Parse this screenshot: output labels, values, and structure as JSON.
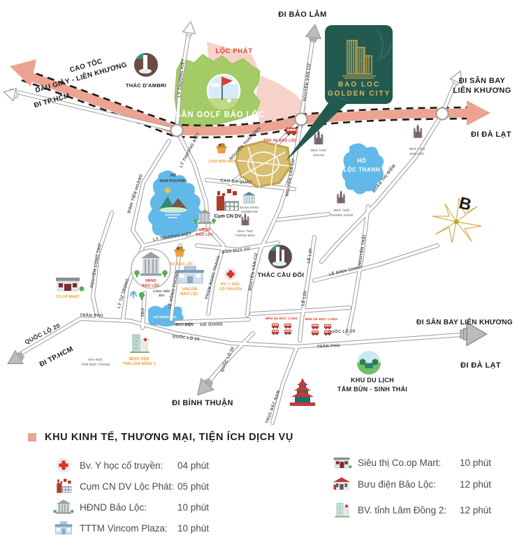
{
  "map": {
    "destinations": {
      "bao_lam": "ĐI BẢO LÂM",
      "san_bay_l1": "ĐI SÂN BAY",
      "san_bay_l2": "LIÊN KHƯƠNG",
      "san_bay_full": "ĐI SÂN BAY LIÊN KHƯƠNG",
      "da_lat": "ĐI ĐÀ LẠT",
      "tphcm": "ĐI TP.HCM",
      "binh_thuan": "ĐI BÌNH THUẬN"
    },
    "highway": {
      "l1": "CAO TỐC",
      "l2": "DẦU GIÂY - LIÊN KHƯƠNG"
    },
    "roads": {
      "ly_thuong_kiet": "LÝ THƯỜNG KIỆT",
      "nguyen_van_cu": "NGUYỄN VĂN CỪ",
      "nguyen_thai_binh": "NGUYỄN THÁI BÌNH",
      "cao_ba_quat": "CAO BÁ QUÁT",
      "dinh_tien_hoang": "ĐINH TIÊN HOÀNG",
      "nguyen_cong_tru": "NGUYỄN CÔNG TRỨ",
      "dao_duy_tu": "ĐÀO DUY TỪ",
      "pham_ngoc_thach": "PHẠM NGỌC THẠCH",
      "doan_thi_diem": "ĐOÀN THỊ ĐIỂM",
      "nguyen_trai": "NGUYỄN TRÃI",
      "le_loi": "LÊ LỢI",
      "le_dinh_chinh": "LÊ ĐÌNH CHINH",
      "ly_tu_trong": "LÝ TỰ TRỌNG",
      "le_hong_phong": "LÊ HỒNG PHONG",
      "road_283": "28/3",
      "ha_giang": "HÀ GIANG",
      "quoc_lo_20": "QUỐC LỘ 20",
      "tran_phu": "TRẦN PHÚ",
      "quoc_lo_55": "QUỐC LỘ 55",
      "truc_bac_nam": "TRỤC BẮC NAM"
    },
    "areas": {
      "loc_phat": "LỘC PHÁT",
      "san_golf": "SÂN GOLF BẢO LỘC",
      "ho_nam_phuong_l1": "HỒ",
      "ho_nam_phuong_l2": "NAM PHƯƠNG",
      "ho_loc_thanh_l1": "HỒ",
      "ho_loc_thanh_l2": "LỘC THANH",
      "ho_dong_nai": "HỒ ĐỒNG NAI"
    },
    "landmarks": {
      "thac_dambri": "THÁC D'AMBRI",
      "cho_bau_moi": "CHỢ BÀU MỚI",
      "ben_xe_bao_loc": "BẾN XE BẢO LỘC",
      "nha_tho_gioan_l1": "NHÀ THỜ",
      "nha_tho_gioan_l2": "GIOAN",
      "nha_tho_doi_doi_l1": "NHÀ THỜ",
      "nha_tho_doi_doi_l2": "ĐỜI ĐỜI",
      "nha_tho_thanh_xuan_l1": "NHÀ THỜ",
      "nha_tho_thanh_xuan_l2": "THANH XUÂN",
      "nha_tho_thanh_mau_l1": "NHÀ THỜ",
      "nha_tho_thanh_mau_l2": "THÁNH MẪU",
      "ngan_hang_l1": "NGÂN HÀNG",
      "ngan_hang_l2": "AGRIBANK",
      "cum_cn_dv": "Cụm CN DV",
      "ubnd_l1": "UBND",
      "ubnd_l2": "BẢO LỘC",
      "cho_bao_loc": "CHỢ BẢO LỘC",
      "hdnd_l1": "HĐND",
      "hdnd_l2": "BẢO LỘC",
      "vincom_l1": "VINCOM",
      "vincom_l2": "BẢO LỘC",
      "bv_y_hoc_l1": "BV. Y HỌC",
      "bv_y_hoc_l2": "CỔ TRUYỀN",
      "thac_cau_doi": "THÁC CẦU ĐÔI",
      "cong_vien_l1": "CÔNG VIÊN",
      "cong_vien_l2": "28/3",
      "buu_dien": "BƯU ĐIỆN",
      "coop_mart": "CO.OP MART",
      "dai_hoc_l1": "ĐẠI HỌC",
      "dai_hoc_l2": "TÔN ĐỨC THẮNG",
      "benh_vien_l1": "BỆNH VIỆN",
      "benh_vien_l2": "TỈNH LÂM ĐỒNG 2",
      "ben_xe_duc_long": "BẾN XE ĐỨC LONG",
      "khu_du_lich_l1": "KHU DU LỊCH",
      "khu_du_lich_l2": "TẮM BÙN - SINH THÁI"
    },
    "project": {
      "l1": "BAO LOC",
      "l2": "GOLDEN CITY"
    },
    "compass": "B"
  },
  "legend": {
    "title": "KHU KINH TẾ, THƯƠNG MẠI, TIỆN ÍCH DỊCH VỤ",
    "items_left": [
      {
        "icon": "red-cross-icon",
        "label": "Bv. Y học cổ truyền:",
        "time": "04 phút"
      },
      {
        "icon": "factory-icon",
        "label": "Cụm CN DV Lộc Phát:",
        "time": "05 phút"
      },
      {
        "icon": "government-icon",
        "label": "HĐND Bảo Lộc:",
        "time": "10 phút"
      },
      {
        "icon": "mall-icon",
        "label": "TTTM Vincom Plaza:",
        "time": "10 phút"
      }
    ],
    "items_right": [
      {
        "icon": "supermarket-icon",
        "label": "Siêu thị Co.op Mart:",
        "time": "10 phút"
      },
      {
        "icon": "post-office-icon",
        "label": "Bưu điện Bảo Lộc:",
        "time": "12 phút"
      },
      {
        "icon": "hospital-icon",
        "label": "BV. tỉnh Lâm Đồng 2:",
        "time": "12 phút"
      }
    ]
  },
  "colors": {
    "highway_pink": "#ECA392",
    "area_pink": "#F6D2C9",
    "golf_green": "#A3CB66",
    "water_blue": "#62B9E9",
    "accent_red": "#D93425",
    "accent_orange": "#F7941E",
    "logo_green": "#235A50",
    "gold": "#C9A84C"
  }
}
